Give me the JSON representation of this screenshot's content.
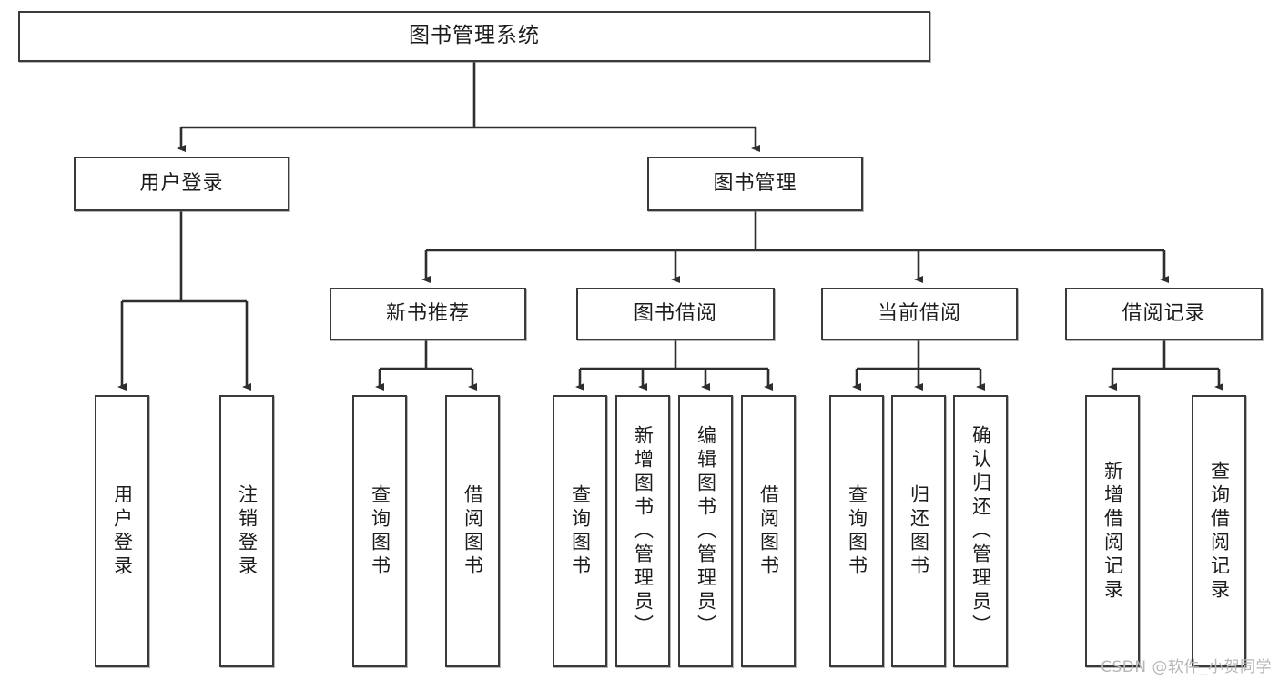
{
  "diagram": {
    "title": "图书管理系统",
    "watermark": "CSDN @软件_小贺同学",
    "nodes": {
      "root": "图书管理系统",
      "level2": [
        "用户登录",
        "图书管理"
      ],
      "level3": [
        "新书推荐",
        "图书借阅",
        "当前借阅",
        "借阅记录"
      ],
      "leaves": {
        "user_login": [
          "用户登录",
          "注销登录"
        ],
        "new_book_recommend": [
          "查询图书",
          "借阅图书"
        ],
        "book_borrow": [
          "查询图书",
          "新增图书（管理员）",
          "编辑图书（管理员）",
          "借阅图书"
        ],
        "current_borrow": [
          "查询图书",
          "归还图书",
          "确认归还（管理员）"
        ],
        "borrow_record": [
          "新增借阅记录",
          "查询借阅记录"
        ]
      }
    },
    "colors": {
      "stroke": "#3a3a3a",
      "fill": "#ffffff",
      "text": "#1c1c1c",
      "watermark": "#b6b6b6"
    }
  }
}
